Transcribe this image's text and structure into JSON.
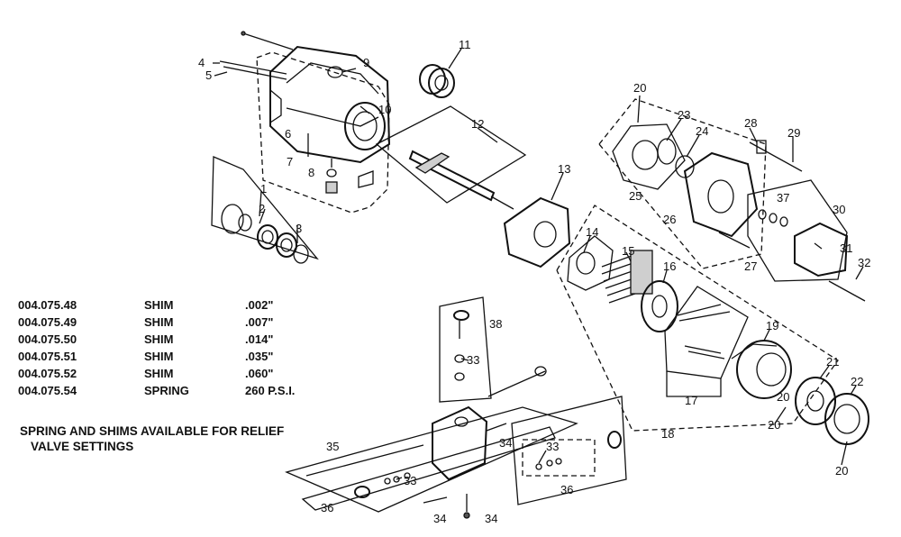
{
  "parts_table": [
    {
      "part_no": "004.075.48",
      "description": "SHIM",
      "value": ".002\""
    },
    {
      "part_no": "004.075.49",
      "description": "SHIM",
      "value": ".007\""
    },
    {
      "part_no": "004.075.50",
      "description": "SHIM",
      "value": ".014\""
    },
    {
      "part_no": "004.075.51",
      "description": "SHIM",
      "value": ".035\""
    },
    {
      "part_no": "004.075.52",
      "description": "SHIM",
      "value": ".060\""
    },
    {
      "part_no": "004.075.54",
      "description": "SPRING",
      "value": "260 P.S.I."
    }
  ],
  "footnote": {
    "line1": "SPRING AND SHIMS AVAILABLE FOR RELIEF",
    "line2": "VALVE SETTINGS"
  },
  "callouts": [
    "1",
    "2",
    "3",
    "4",
    "5",
    "6",
    "7",
    "8",
    "9",
    "10",
    "11",
    "12",
    "13",
    "14",
    "15",
    "16",
    "17",
    "18",
    "19",
    "20",
    "20",
    "20",
    "20",
    "21",
    "22",
    "23",
    "24",
    "25",
    "26",
    "27",
    "28",
    "29",
    "30",
    "31",
    "32",
    "33",
    "33",
    "33",
    "34",
    "34",
    "34",
    "35",
    "36",
    "36",
    "37",
    "38"
  ]
}
